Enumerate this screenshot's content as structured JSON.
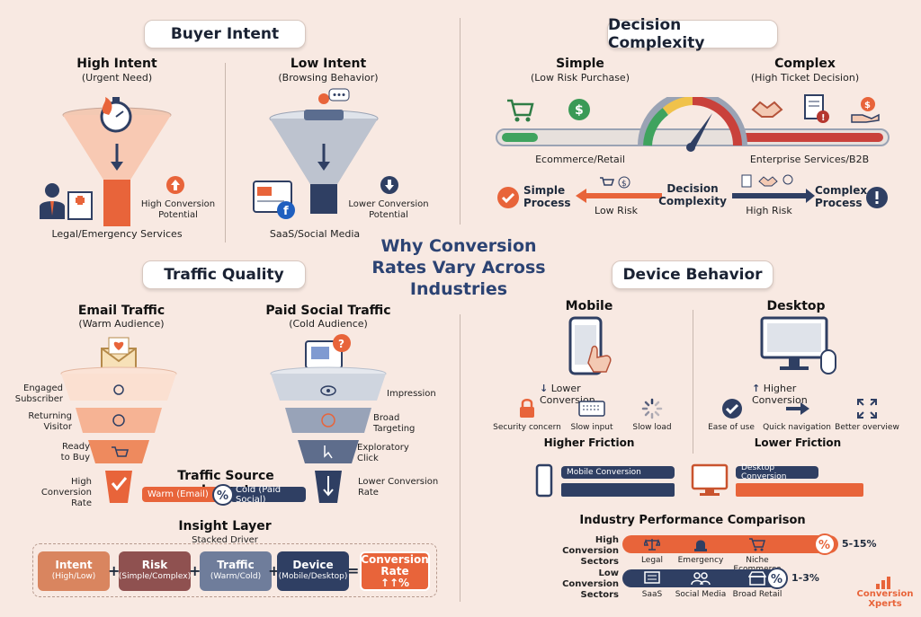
{
  "center_title": [
    "Why Conversion",
    "Rates Vary Across",
    "Industries"
  ],
  "buyer_intent": {
    "header": "Buyer Intent",
    "high": {
      "title": "High Intent",
      "subtitle": "(Urgent Need)",
      "outcome": "High Conversion Potential",
      "example": "Legal/Emergency Services"
    },
    "low": {
      "title": "Low Intent",
      "subtitle": "(Browsing Behavior)",
      "outcome": "Lower Conversion Potential",
      "example": "SaaS/Social Media"
    }
  },
  "decision_complexity": {
    "header": "Decision Complexity",
    "simple": {
      "title": "Simple",
      "subtitle": "(Low Risk Purchase)",
      "example": "Ecommerce/Retail"
    },
    "complex": {
      "title": "Complex",
      "subtitle": "(High Ticket Decision)",
      "example": "Enterprise Services/B2B"
    },
    "left_label": "Simple Process",
    "center_label": "Decision Complexity",
    "right_label": "Complex Process",
    "low_risk": "Low Risk",
    "high_risk": "High Risk"
  },
  "traffic_quality": {
    "header": "Traffic Quality",
    "email": {
      "title": "Email Traffic",
      "subtitle": "(Warm Audience)",
      "stages": [
        "Engaged Subscriber",
        "Returning Visitor",
        "Ready to Buy"
      ],
      "outcome": "High Conversion Rate"
    },
    "paid": {
      "title": "Paid Social Traffic",
      "subtitle": "(Cold Audience)",
      "stages": [
        "Impression",
        "Broad Targeting",
        "Exploratory Click"
      ],
      "outcome": "Lower Conversion Rate"
    },
    "impact": {
      "title": "Traffic Source Impact",
      "warm": "Warm (Email)",
      "cold": "Cold (Paid Social)"
    }
  },
  "insight": {
    "title": "Insight Layer",
    "subtitle": "Stacked Driver",
    "drivers": [
      {
        "name": "Intent",
        "detail": "(High/Low)",
        "color": "#d9855f"
      },
      {
        "name": "Risk",
        "detail": "(Simple/Complex)",
        "color": "#8f5150"
      },
      {
        "name": "Traffic",
        "detail": "(Warm/Cold)",
        "color": "#6f7d9b"
      },
      {
        "name": "Device",
        "detail": "(Mobile/Desktop)",
        "color": "#2f3f63"
      }
    ],
    "result": "Conversion Rate",
    "result_symbol": "↑↑%"
  },
  "device": {
    "header": "Device Behavior",
    "mobile": {
      "title": "Mobile",
      "direction": "Lower Conversion",
      "factors": [
        "Security concern",
        "Slow input",
        "Slow load"
      ],
      "friction": "Higher Friction",
      "bar_label": "Mobile Conversion"
    },
    "desktop": {
      "title": "Desktop",
      "direction": "Higher Conversion",
      "factors": [
        "Ease of use",
        "Quick navigation",
        "Better overview"
      ],
      "friction": "Lower Friction",
      "bar_label": "Desktop Conversion"
    }
  },
  "industry": {
    "title": "Industry Performance Comparison",
    "high": {
      "label": "High Conversion Sectors",
      "sectors": [
        "Legal",
        "Emergency",
        "Niche Ecommerce"
      ],
      "range": "5-15%"
    },
    "low": {
      "label": "Low Conversion Sectors",
      "sectors": [
        "SaaS",
        "Social Media",
        "Broad Retail"
      ],
      "range": "1-3%"
    }
  },
  "brand": {
    "line1": "Conversion",
    "line2": "Xperts"
  },
  "colors": {
    "orange": "#e8643a",
    "navy": "#2f3f63",
    "bg": "#f8e9e2"
  }
}
